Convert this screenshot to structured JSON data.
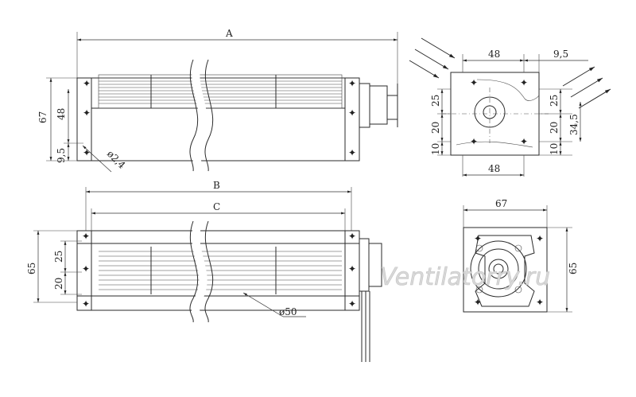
{
  "top_view": {
    "length_label": "A",
    "height_label": "67",
    "height_inner_label": "48",
    "offset_label": "9,5",
    "hole_label": "ø2,4"
  },
  "side_view": {
    "label_48_top": "48",
    "label_9_5": "9,5",
    "label_25_left": "25",
    "label_20_left": "20",
    "label_10_left": "10",
    "label_25_right": "25",
    "label_20_right": "20",
    "label_34_5": "34,5",
    "label_10_right": "10",
    "label_48_bottom": "48"
  },
  "bottom_view": {
    "length_b_label": "B",
    "length_c_label": "C",
    "height_label": "65",
    "label_25": "25",
    "label_20": "20",
    "diameter_label": "ø50"
  },
  "end_view": {
    "width_label": "67",
    "height_label": "65"
  },
  "watermark": "Ventilatorry.ru"
}
